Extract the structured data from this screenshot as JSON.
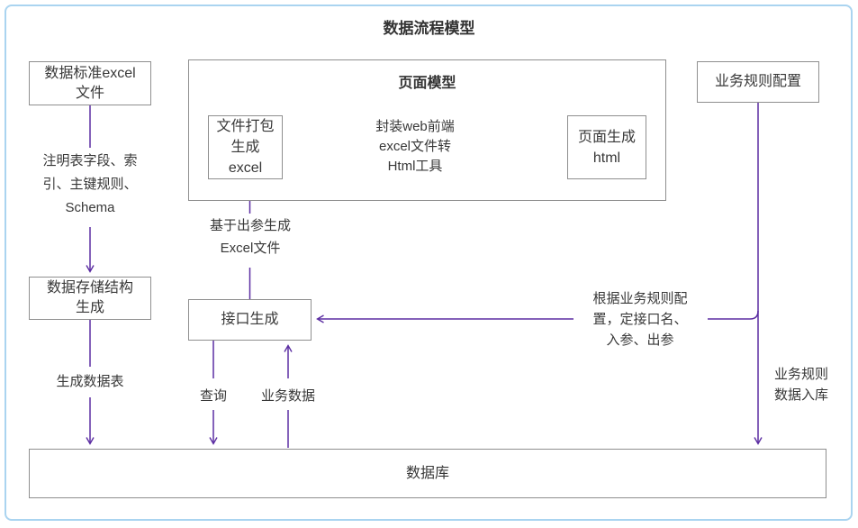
{
  "title": "数据流程模型",
  "colors": {
    "accent_purple": "#5b2da2",
    "box_border": "#8f8f8f",
    "frame_border": "#aad4f0",
    "text": "#383838"
  },
  "nodes": {
    "data_standard": {
      "label": "数据标准excel\n文件"
    },
    "page_model": {
      "label": "页面模型"
    },
    "file_pack": {
      "label": "文件打包\n生成\nexcel"
    },
    "page_gen": {
      "label": "页面生成\nhtml"
    },
    "biz_rule_config": {
      "label": "业务规则配置"
    },
    "storage_gen": {
      "label": "数据存储结构\n生成"
    },
    "api_gen": {
      "label": "接口生成"
    },
    "database": {
      "label": "数据库"
    }
  },
  "edge_labels": {
    "note_fields": "注明表字段、索\n引、主键规则、\nSchema",
    "wrap_tool": "封装web前端\nexcel文件转\nHtml工具",
    "excel_from_out": "基于出参生成\nExcel文件",
    "gen_table": "生成数据表",
    "query": "查询",
    "biz_data": "业务数据",
    "rule_to_api": "根据业务规则配\n置，定接口名、\n入参、出参",
    "rule_store": "业务规则\n数据入库"
  }
}
